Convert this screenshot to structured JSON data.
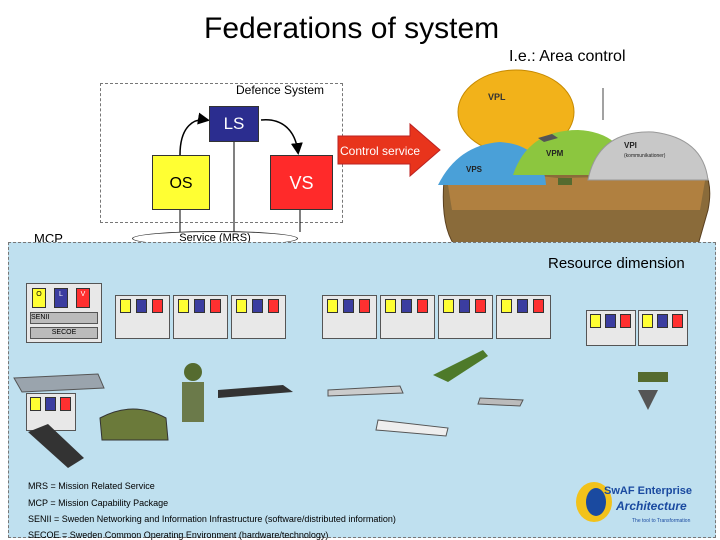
{
  "title": "Federations of system",
  "subtitle": "I.e.: Area control",
  "defence_system_label": "Defence System",
  "boxes": {
    "ls": "LS",
    "os": "OS",
    "vs": "VS"
  },
  "control_service_label": "Control service",
  "service_label": "Service (MRS)",
  "mcp_label": "MCP",
  "resource_label": "Resource dimension",
  "map_labels": {
    "vpl": "VPL",
    "vpm": "VPM",
    "vps": "VPS",
    "vpi": "VPI",
    "vpi_sub": "(kommunikationer)"
  },
  "node_labels": {
    "o": "O",
    "l": "L",
    "v": "V",
    "senii": "SENII",
    "secoe": "SECOE"
  },
  "legend": [
    "MRS = Mission Related Service",
    "MCP = Mission Capability Package",
    "SENII = Sweden Networking and Information Infrastructure (software/distributed information)",
    "SECOE = Sweden Common Operating Environment (hardware/technology)"
  ],
  "logo": {
    "line1": "SwAF Enterprise",
    "line2": "Architecture",
    "tagline": "The tool to Transformation"
  },
  "colors": {
    "ls": "#2b2d8f",
    "os": "#ffff33",
    "vs": "#ff2a2a",
    "arrow": "#e8341c",
    "resource_bg": "#bfe0ef"
  }
}
